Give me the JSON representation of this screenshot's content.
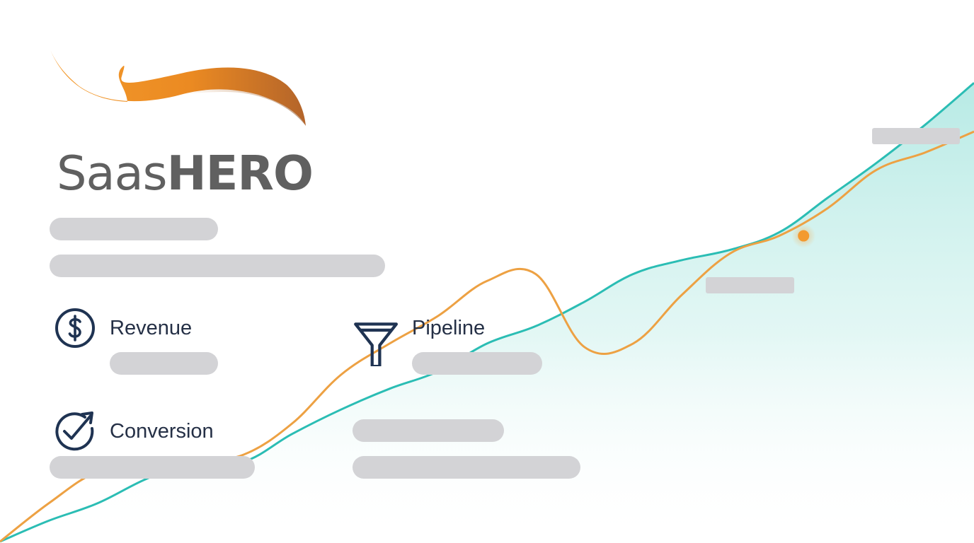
{
  "brand": {
    "name_light": "Saas",
    "name_bold": "HERO",
    "accent_color": "#f09a30",
    "text_color": "#606060"
  },
  "metrics": [
    {
      "label": "Revenue",
      "icon": "dollar-circle-icon"
    },
    {
      "label": "Pipeline",
      "icon": "funnel-icon"
    },
    {
      "label": "Conversion",
      "icon": "check-arrow-icon"
    }
  ],
  "colors": {
    "teal_line": "#2bbdb4",
    "orange_line": "#eda143",
    "placeholder_bar": "#d3d3d6",
    "label_text": "#253046",
    "icon_stroke": "#1f3352"
  },
  "chart_data": {
    "type": "line",
    "xlabel": "",
    "ylabel": "",
    "x": [
      0,
      5,
      10,
      15,
      20,
      25,
      30,
      35,
      40,
      45,
      50,
      55,
      60,
      65,
      70,
      75,
      80,
      85,
      90,
      95,
      100
    ],
    "series": [
      {
        "values": [
          0,
          6,
          11,
          18,
          23,
          23,
          31,
          38,
          44,
          49,
          57,
          62,
          69,
          77,
          81,
          84,
          89,
          99,
          109,
          120,
          132
        ]
      },
      {
        "values": [
          0,
          11,
          20,
          21,
          23,
          25,
          34,
          48,
          57,
          65,
          75,
          77,
          56,
          57,
          71,
          83,
          88,
          96,
          107,
          112,
          118
        ]
      }
    ],
    "highlight": {
      "x": 82.5,
      "value": 88
    },
    "ylim": [
      0,
      140
    ],
    "grid": false,
    "legend": "none"
  }
}
